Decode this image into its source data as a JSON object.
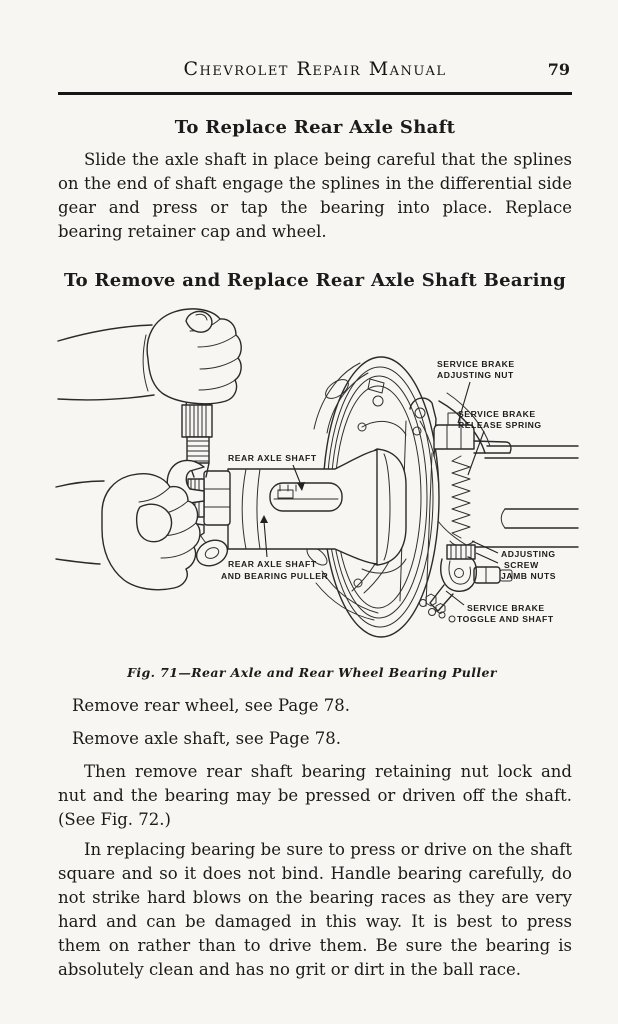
{
  "header": {
    "title": "Chevrolet Repair Manual",
    "page_number": "79"
  },
  "sections": [
    {
      "heading": "To Replace Rear Axle Shaft",
      "body": "Slide the axle shaft in place being careful that the splines on the end of shaft engage the splines in the differential side gear and press or tap the bearing into place.  Replace bearing retainer cap and wheel."
    },
    {
      "heading": "To Remove and Replace Rear Axle Shaft Bearing"
    }
  ],
  "figure": {
    "caption": "Fig. 71—Rear Axle and Rear Wheel Bearing Puller",
    "labels": {
      "adjusting_nut": [
        "SERVICE BRAKE",
        "ADJUSTING NUT"
      ],
      "release_spring": [
        "SERVICE BRAKE",
        "RELEASE SPRING"
      ],
      "rear_axle_shaft": [
        "REAR AXLE SHAFT"
      ],
      "bearing_puller": [
        "REAR AXLE SHAFT",
        "AND BEARING PULLER"
      ],
      "jamb_nuts": [
        "ADJUSTING",
        "SCREW",
        "JAMB NUTS"
      ],
      "toggle": [
        "SERVICE BRAKE",
        "TOGGLE AND SHAFT"
      ]
    }
  },
  "steps": [
    "Remove rear wheel, see Page 78.",
    "Remove axle shaft, see Page 78."
  ],
  "paragraphs": [
    "Then remove rear shaft bearing retaining nut lock and  nut and the bearing may be pressed or driven off the shaft.  (See Fig. 72.)",
    "In replacing bearing be sure to press or drive on the shaft square and so it does not bind.  Handle bearing carefully, do not strike hard blows on the bearing races as they are very hard and can be damaged in this way.  It is best to press them on rather than to drive them.  Be sure the bearing is absolutely clean and has no grit or dirt in the ball race."
  ],
  "colors": {
    "paper": "#f7f6f2",
    "ink": "#1b1b1b"
  }
}
